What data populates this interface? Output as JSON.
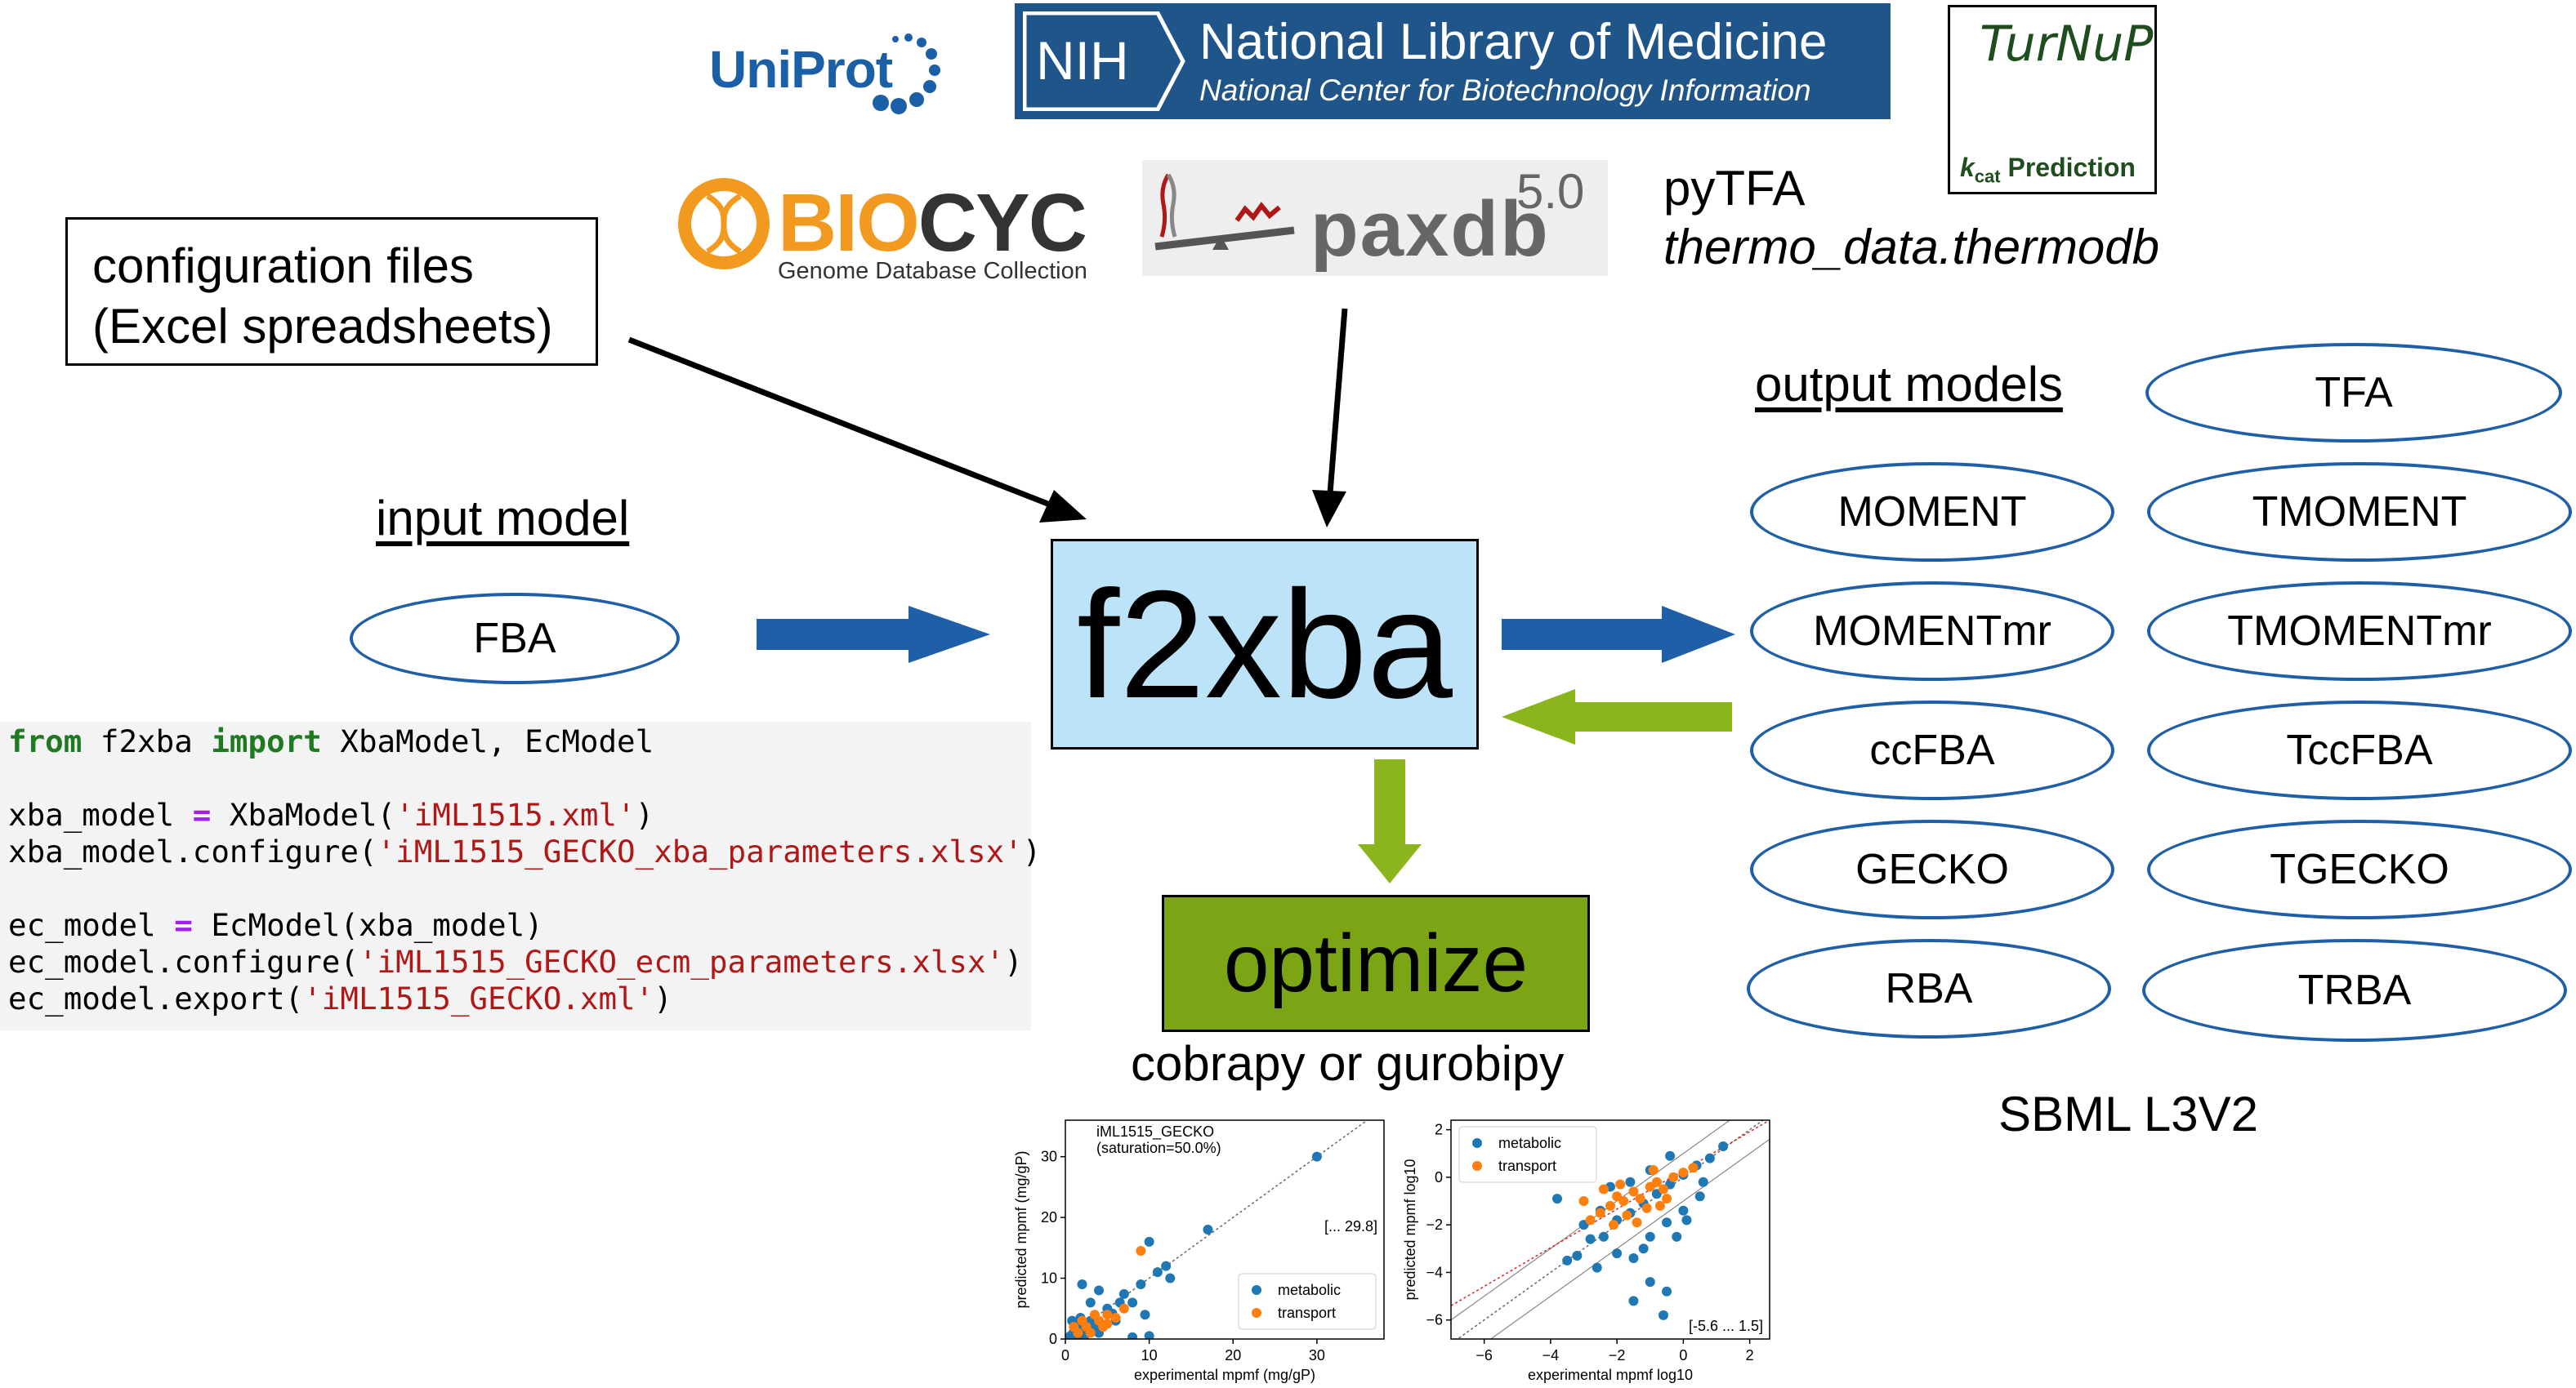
{
  "logos": {
    "uniprot": "UniProt",
    "nih_abbrev": "NIH",
    "nih_title": "National Library of Medicine",
    "nih_subtitle": "National Center for Biotechnology Information",
    "turnup_title": "TurNuP",
    "turnup_kcat_k": "k",
    "turnup_kcat_sub": "cat",
    "turnup_prediction": "Prediction",
    "biocyc_bio": "BIO",
    "biocyc_cyc": "CYC",
    "biocyc_sub": "Genome Database Collection",
    "paxdb_name": "paxdb",
    "paxdb_version": "5.0"
  },
  "sources": {
    "pytfa": "pyTFA",
    "thermodb": "thermo_data.thermodb",
    "config_line1": "configuration files",
    "config_line2": "(Excel spreadsheets)"
  },
  "input": {
    "heading": "input model",
    "model": "FBA"
  },
  "center": {
    "tool": "f2xba",
    "optimize": "optimize",
    "solver": "cobrapy or gurobipy"
  },
  "output": {
    "heading": "output models",
    "format": "SBML L3V2",
    "models": [
      "TFA",
      "MOMENT",
      "TMOMENT",
      "MOMENTmr",
      "TMOMENTmr",
      "ccFBA",
      "TccFBA",
      "GECKO",
      "TGECKO",
      "RBA",
      "TRBA"
    ]
  },
  "code": {
    "l1_from": "from",
    "l1_mod": " f2xba ",
    "l1_import": "import",
    "l1_rest": " XbaModel, EcModel",
    "l2_var": "xba_model ",
    "l2_eq": "=",
    "l2_call": " XbaModel(",
    "l2_str": "'iML1515.xml'",
    "l2_end": ")",
    "l3_call": "xba_model.configure(",
    "l3_str": "'iML1515_GECKO_xba_parameters.xlsx'",
    "l3_end": ")",
    "l4_var": "ec_model ",
    "l4_eq": "=",
    "l4_call": " EcModel(xba_model)",
    "l5_call": "ec_model.configure(",
    "l5_str": "'iML1515_GECKO_ecm_parameters.xlsx'",
    "l5_end": ")",
    "l6_call": "ec_model.export(",
    "l6_str": "'iML1515_GECKO.xml'",
    "l6_end": ")"
  },
  "chart_data": [
    {
      "type": "scatter",
      "title": "iML1515_GECKO",
      "subtitle": "(saturation=50.0%)",
      "xlabel": "experimental mpmf (mg/gP)",
      "ylabel": "predicted mpmf (mg/gP)",
      "xlim": [
        0,
        38
      ],
      "ylim": [
        0,
        36
      ],
      "xticks": [
        0,
        10,
        20,
        30
      ],
      "yticks": [
        0,
        10,
        20,
        30
      ],
      "range_label": "[... 29.8]",
      "legend": "bottom-right",
      "series": [
        {
          "name": "metabolic",
          "color": "#1f77b4",
          "points": [
            [
              0.3,
              0.2
            ],
            [
              0.6,
              0.5
            ],
            [
              1,
              1.2
            ],
            [
              1.5,
              0.4
            ],
            [
              2,
              2
            ],
            [
              2.5,
              1.4
            ],
            [
              3,
              3
            ],
            [
              3.5,
              2
            ],
            [
              4,
              1
            ],
            [
              0.8,
              3
            ],
            [
              1.8,
              3.5
            ],
            [
              2.2,
              0.2
            ],
            [
              5,
              5
            ],
            [
              5.6,
              4.2
            ],
            [
              6,
              3
            ],
            [
              6.5,
              6
            ],
            [
              7,
              7.4
            ],
            [
              8,
              6
            ],
            [
              9,
              9
            ],
            [
              9.5,
              4
            ],
            [
              10,
              16
            ],
            [
              11,
              11
            ],
            [
              12,
              12
            ],
            [
              12.5,
              10
            ],
            [
              17,
              18
            ],
            [
              30,
              30
            ],
            [
              2,
              9
            ],
            [
              4,
              8
            ],
            [
              3,
              6
            ],
            [
              1,
              2.5
            ],
            [
              8,
              0.3
            ],
            [
              10,
              0.5
            ]
          ]
        },
        {
          "name": "transport",
          "color": "#ff7f0e",
          "points": [
            [
              1,
              2
            ],
            [
              2,
              3
            ],
            [
              2.5,
              2
            ],
            [
              3.5,
              4
            ],
            [
              4,
              3
            ],
            [
              4.5,
              2
            ],
            [
              5,
              4
            ],
            [
              6,
              3.5
            ],
            [
              7,
              5
            ],
            [
              1.5,
              1
            ],
            [
              3,
              1
            ],
            [
              9,
              14.5
            ],
            [
              5,
              2.5
            ]
          ]
        }
      ]
    },
    {
      "type": "scatter",
      "xlabel": "experimental mpmf log10",
      "ylabel": "predicted mpmf log10",
      "xlim": [
        -7,
        2.6
      ],
      "ylim": [
        -6.8,
        2.4
      ],
      "xticks": [
        -6,
        -4,
        -2,
        0,
        2
      ],
      "yticks": [
        -6,
        -4,
        -2,
        0,
        2
      ],
      "range_label": "[-5.6 ... 1.5]",
      "legend": "top-left",
      "series": [
        {
          "name": "metabolic",
          "color": "#1f77b4",
          "points": [
            [
              -3.2,
              -3.3
            ],
            [
              -2.8,
              -2.6
            ],
            [
              -2.4,
              -2.5
            ],
            [
              -2,
              -1.8
            ],
            [
              -1.6,
              -1.5
            ],
            [
              -1.2,
              -1.1
            ],
            [
              -0.8,
              -0.7
            ],
            [
              -0.4,
              -0.3
            ],
            [
              0,
              0.1
            ],
            [
              0.4,
              0.5
            ],
            [
              0.8,
              0.8
            ],
            [
              1.2,
              1.3
            ],
            [
              -2,
              -3.2
            ],
            [
              -1.5,
              -3.4
            ],
            [
              -1,
              -2.5
            ],
            [
              -0.5,
              -1.9
            ],
            [
              0,
              -1.4
            ],
            [
              0.5,
              -0.8
            ],
            [
              -1.5,
              -5.2
            ],
            [
              -1,
              -4.4
            ],
            [
              -0.5,
              -4.8
            ],
            [
              -1.2,
              -3
            ],
            [
              -2.5,
              -1.4
            ],
            [
              -3,
              -2
            ],
            [
              -3.8,
              -0.9
            ],
            [
              -2.2,
              -0.4
            ],
            [
              -1.6,
              -0.2
            ],
            [
              -1,
              0.3
            ],
            [
              -0.4,
              0.9
            ],
            [
              0.1,
              -1.8
            ],
            [
              -2.6,
              -3.8
            ],
            [
              -0.6,
              -5.8
            ],
            [
              -3.5,
              -3.5
            ],
            [
              -0.2,
              -2.5
            ],
            [
              0.6,
              -0.2
            ]
          ]
        },
        {
          "name": "transport",
          "color": "#ff7f0e",
          "points": [
            [
              -2.5,
              -1.5
            ],
            [
              -2.2,
              -1.2
            ],
            [
              -2,
              -0.8
            ],
            [
              -1.8,
              -1
            ],
            [
              -1.5,
              -0.6
            ],
            [
              -1.3,
              -0.9
            ],
            [
              -1,
              -0.4
            ],
            [
              -0.8,
              -0.2
            ],
            [
              -0.6,
              -0.5
            ],
            [
              -0.3,
              0
            ],
            [
              0,
              0.2
            ],
            [
              0.3,
              0.4
            ],
            [
              -2.8,
              -1.8
            ],
            [
              -3,
              -1
            ],
            [
              -1.7,
              -1.6
            ],
            [
              -1.1,
              -1.3
            ],
            [
              -0.5,
              -0.9
            ],
            [
              -2.4,
              -0.5
            ],
            [
              -1.9,
              -0.3
            ],
            [
              -0.9,
              0.3
            ],
            [
              -2.1,
              -2
            ],
            [
              -1.4,
              -1.9
            ],
            [
              -0.7,
              -1.2
            ]
          ]
        }
      ]
    }
  ]
}
